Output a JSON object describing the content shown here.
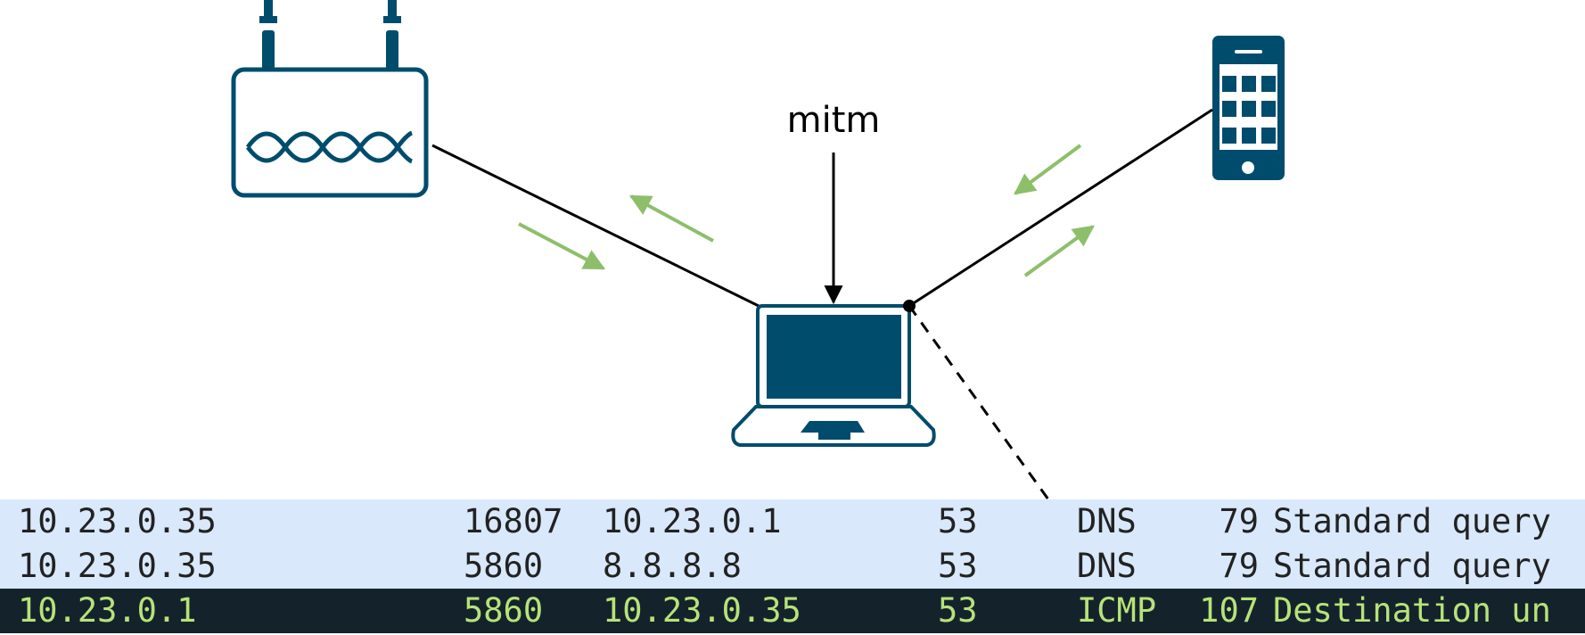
{
  "labels": {
    "mitm": "mitm"
  },
  "devices": [
    {
      "name": "router",
      "icon": "router-icon"
    },
    {
      "name": "laptop",
      "icon": "laptop-icon"
    },
    {
      "name": "phone",
      "icon": "smartphone-icon"
    }
  ],
  "colors": {
    "device": "#004c6d",
    "link": "#000000",
    "traffic_arrow": "#8dbf6a",
    "row_background": "#d9e8fb",
    "row_text": "#222222",
    "selected_row_background": "#14232b",
    "selected_row_text": "#b7e27a"
  },
  "packets": [
    {
      "src": "10.23.0.35",
      "sport": "16807",
      "dst": "10.23.0.1",
      "dport": "53",
      "proto": "DNS",
      "len": "79",
      "info": "Standard query",
      "selected": false
    },
    {
      "src": "10.23.0.35",
      "sport": "5860",
      "dst": "8.8.8.8",
      "dport": "53",
      "proto": "DNS",
      "len": "79",
      "info": "Standard query",
      "selected": false
    },
    {
      "src": "10.23.0.1",
      "sport": "5860",
      "dst": "10.23.0.35",
      "dport": "53",
      "proto": "ICMP",
      "len": "107",
      "info": "Destination un",
      "selected": true
    }
  ]
}
